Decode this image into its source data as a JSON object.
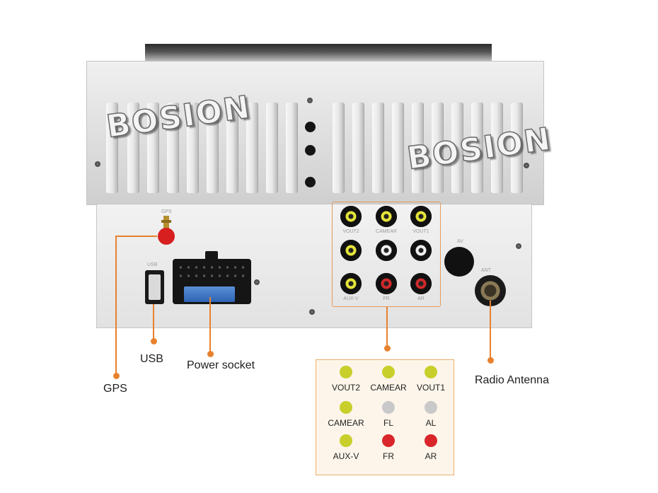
{
  "image": {
    "watermark_text": "BOSION",
    "device_part_labels": {
      "gps_tiny": "GPS",
      "usb_tiny": "USB",
      "aux_tiny": "AV",
      "antenna_tiny": "ANT"
    },
    "callouts": [
      {
        "id": "gps",
        "label": "GPS"
      },
      {
        "id": "usb",
        "label": "USB"
      },
      {
        "id": "power",
        "label": "Power socket"
      },
      {
        "id": "antenna",
        "label": "Radio Antenna"
      }
    ],
    "rca_tiny_labels": [
      "VOUT2",
      "CAMEAR",
      "VOUT1",
      "AUX-V",
      "FR",
      "AR"
    ],
    "legend": [
      {
        "label": "VOUT2",
        "color": "#c8cf2a"
      },
      {
        "label": "CAMEAR",
        "color": "#c8cf2a"
      },
      {
        "label": "VOUT1",
        "color": "#c8cf2a"
      },
      {
        "label": "CAMEAR",
        "color": "#c8cf2a"
      },
      {
        "label": "FL",
        "color": "#c9c9c9"
      },
      {
        "label": "AL",
        "color": "#c9c9c9"
      },
      {
        "label": "AUX-V",
        "color": "#c8cf2a"
      },
      {
        "label": "FR",
        "color": "#d9262a"
      },
      {
        "label": "AR",
        "color": "#d9262a"
      }
    ],
    "colors": {
      "callout": "#e8812e",
      "jack_yellow": "#e6e63a",
      "jack_white": "#f2f2f2",
      "jack_red": "#d02a2a"
    }
  }
}
